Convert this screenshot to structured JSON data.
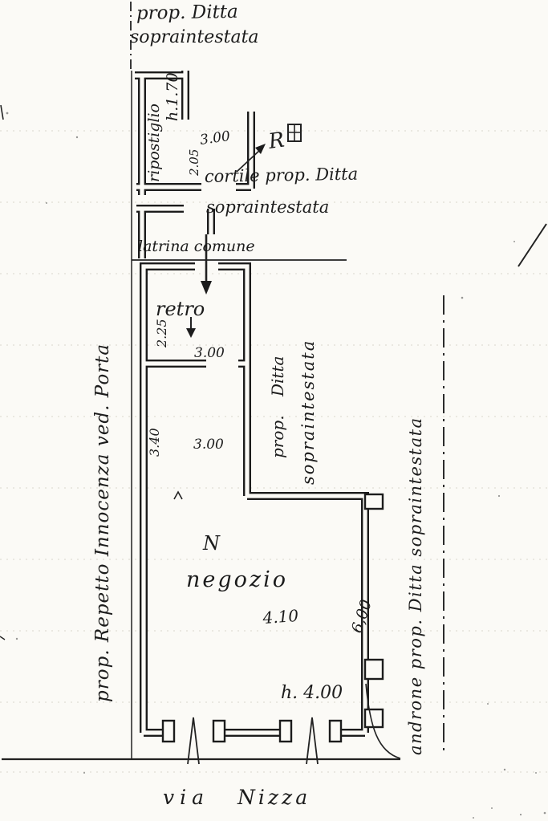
{
  "plan": {
    "top_property": {
      "line1": "prop. Ditta",
      "line2": "sopraintestata"
    },
    "rooms": {
      "ripostiglio": {
        "label": "ripostiglio",
        "height": "h.1.70"
      },
      "cortile": {
        "mark": "R",
        "line1": "cortile prop. Ditta",
        "line2": "sopraintestata"
      },
      "latrina": {
        "label": "latrina comune"
      },
      "retro": {
        "label": "retro"
      },
      "negozio": {
        "label": "negozio",
        "north_mark": "N",
        "height": "h. 4.00"
      }
    },
    "dimensions": {
      "cortile_width": "3.00",
      "cortile_depth": "2.05",
      "retro_depth": "2.25",
      "retro_width": "3.00",
      "middle_depth": "3.40",
      "middle_width": "3.00",
      "negozio_width": "4.10",
      "negozio_depth": "6,00"
    },
    "boundaries": {
      "left": "prop. Repetto Innocenza ved. Porta",
      "middle": {
        "line1": "prop.",
        "line2": "Ditta",
        "line3": "sopraintestata"
      },
      "right": "androne prop. Ditta sopraintestata"
    },
    "street": {
      "word1": "via",
      "word2": "Nizza"
    }
  }
}
